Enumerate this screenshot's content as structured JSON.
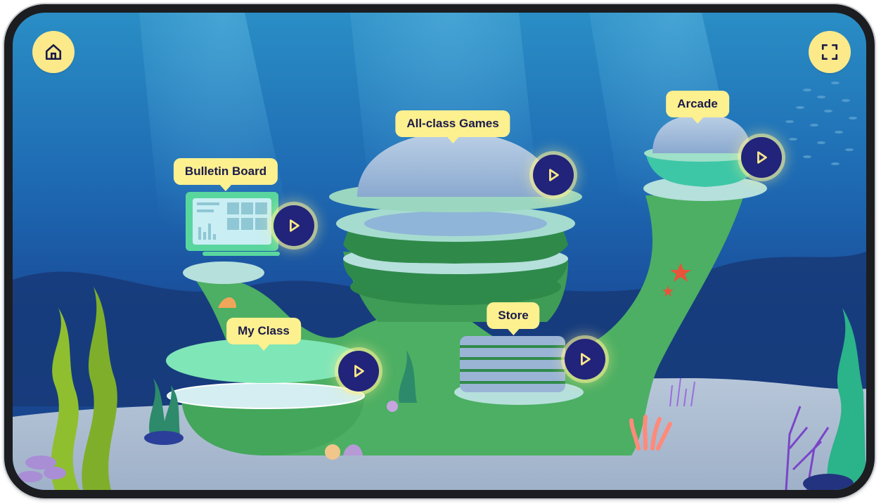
{
  "app": {
    "home_button_icon": "home-icon",
    "fullscreen_button_icon": "fullscreen-icon",
    "play_icon": "play-icon"
  },
  "locations": [
    {
      "key": "bulletin",
      "label": "Bulletin Board"
    },
    {
      "key": "allclass",
      "label": "All-class Games"
    },
    {
      "key": "arcade",
      "label": "Arcade"
    },
    {
      "key": "store",
      "label": "Store"
    },
    {
      "key": "myclass",
      "label": "My Class"
    }
  ],
  "colors": {
    "label_bg": "#fdf08f",
    "label_text": "#1a1a4a",
    "play_bg": "#22237a",
    "water": "#1e6ab3",
    "reef": "#4caf63",
    "sand": "#a7b9cf"
  }
}
